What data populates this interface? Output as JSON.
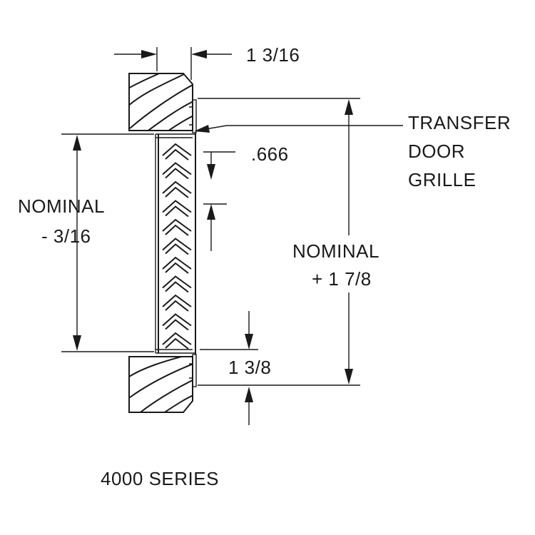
{
  "labels": {
    "top_width": "1 3/16",
    "part_name_line1": "TRANSFER",
    "part_name_line2": "DOOR",
    "part_name_line3": "GRILLE",
    "louver_pitch": ".666",
    "left_dim_line1": "NOMINAL",
    "left_dim_line2": "- 3/16",
    "right_dim_line1": "NOMINAL",
    "right_dim_line2": "+ 1 7/8",
    "bottom_offset": "1 3/8",
    "series_title": "4000 SERIES"
  },
  "colors": {
    "line": "#1a1a1a",
    "background": "#ffffff"
  }
}
